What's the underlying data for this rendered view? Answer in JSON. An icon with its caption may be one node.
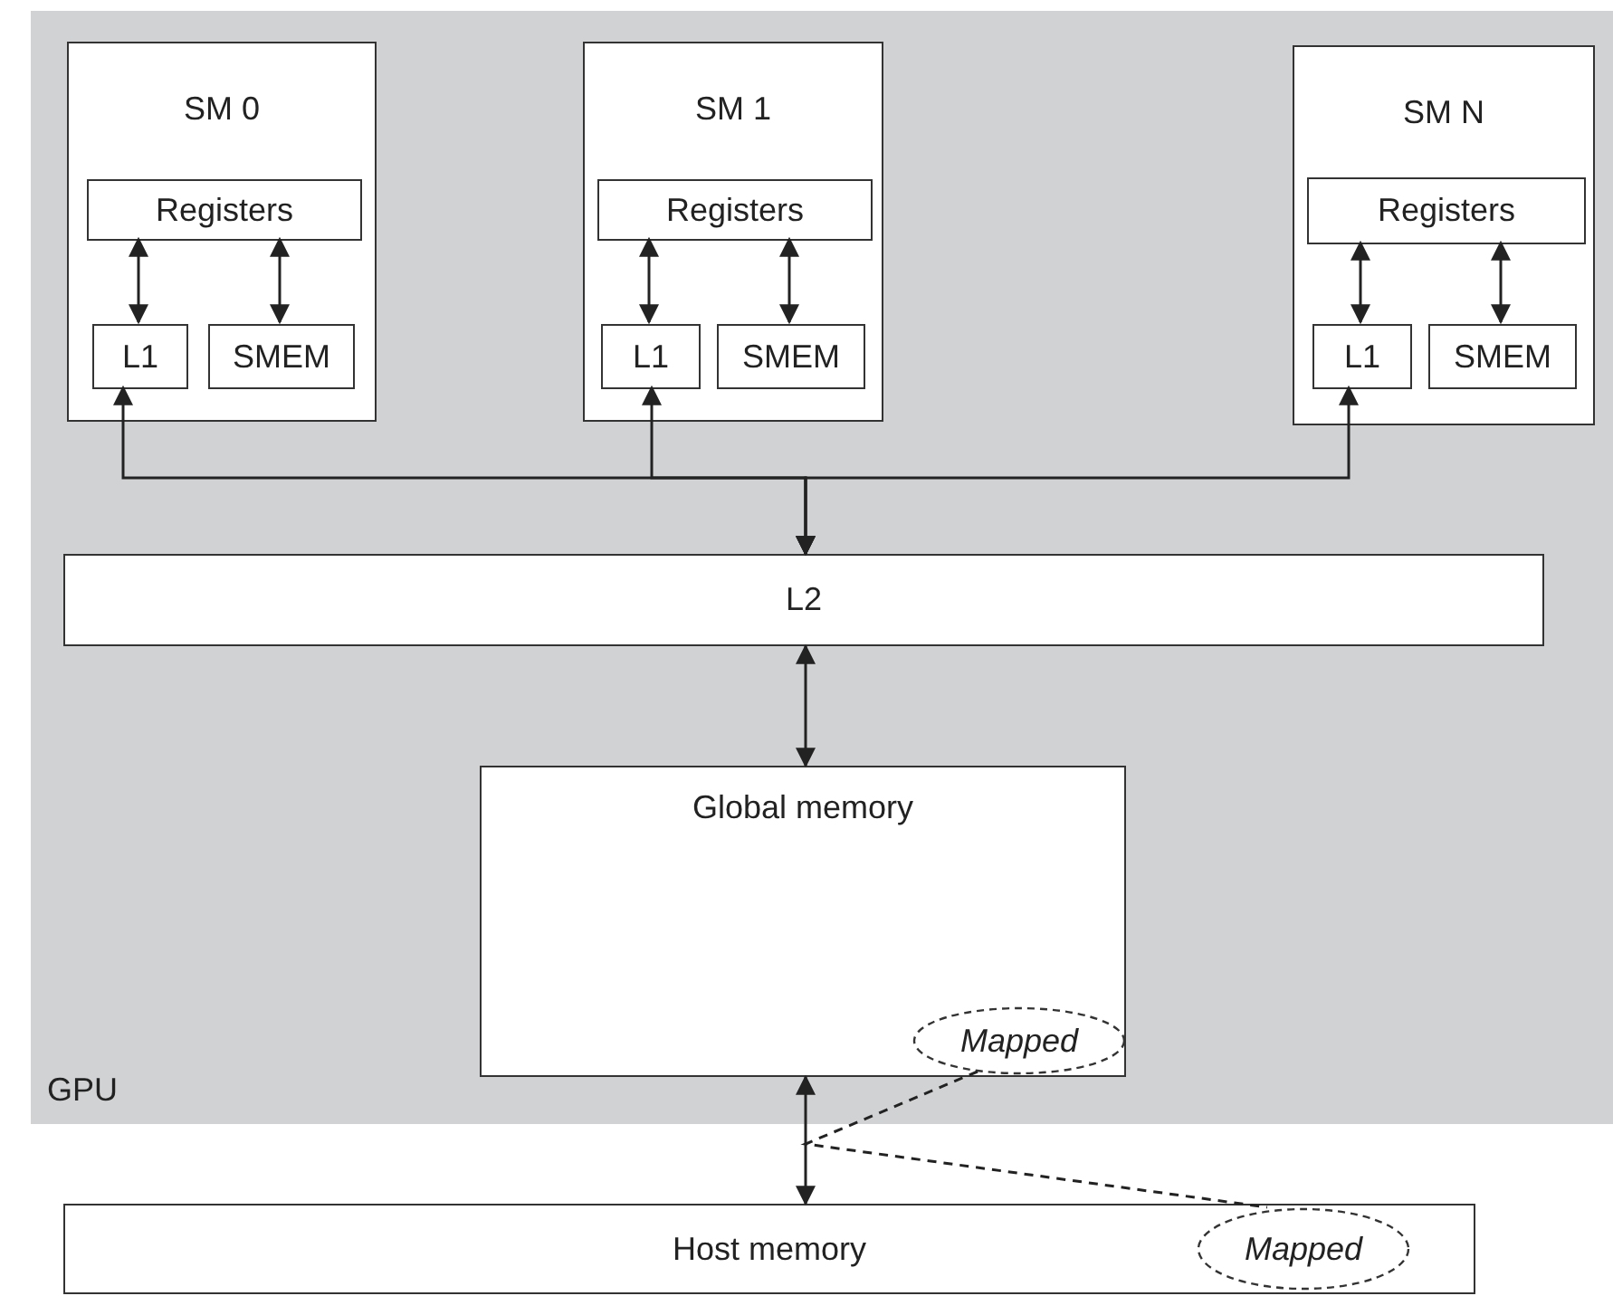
{
  "diagram": {
    "nodes": [
      {
        "text": [
          "GPU"
        ]
      },
      {
        "text": [
          "SM 0"
        ],
        "in": 0
      },
      {
        "text": [
          "Registers"
        ],
        "in": 1
      },
      {
        "text": [
          "L1"
        ],
        "in": 1
      },
      {
        "text": [
          "SMEM"
        ],
        "in": 1
      },
      {
        "text": [
          "SM 1"
        ],
        "in": 0
      },
      {
        "text": [
          "Registers"
        ],
        "in": 5
      },
      {
        "text": [
          "L1"
        ],
        "in": 5
      },
      {
        "text": [
          "SMEM"
        ],
        "in": 5
      },
      {
        "text": [
          "SM N"
        ],
        "in": 0
      },
      {
        "text": [
          "Registers"
        ],
        "in": 9
      },
      {
        "text": [
          "L1"
        ],
        "in": 9
      },
      {
        "text": [
          "SMEM"
        ],
        "in": 9
      },
      {
        "text": [
          "L2"
        ],
        "in": 0
      },
      {
        "text": [
          "Global memory"
        ],
        "in": 0
      },
      {
        "text": [
          "Mapped"
        ],
        "in": 14
      },
      {
        "text": [
          "Host memory"
        ]
      },
      {
        "text": [
          "Mapped"
        ],
        "in": 16
      }
    ],
    "edges": [
      {
        "from": 2,
        "to": 3,
        "arrow": "both"
      },
      {
        "from": 2,
        "to": 4,
        "arrow": "both"
      },
      {
        "from": 6,
        "to": 7,
        "arrow": "both"
      },
      {
        "from": 6,
        "to": 8,
        "arrow": "both"
      },
      {
        "from": 10,
        "to": 11,
        "arrow": "both"
      },
      {
        "from": 10,
        "to": 12,
        "arrow": "both"
      },
      {
        "from": 3,
        "to": 13,
        "arrow": "both"
      },
      {
        "from": 7,
        "to": 13,
        "arrow": "both"
      },
      {
        "from": 11,
        "to": 13,
        "arrow": "both"
      },
      {
        "from": 13,
        "to": 14,
        "arrow": "both"
      },
      {
        "from": 14,
        "to": 16,
        "arrow": "both"
      },
      {
        "from": 15,
        "to": 17,
        "arrow": "none",
        "style": "dashed"
      }
    ]
  }
}
